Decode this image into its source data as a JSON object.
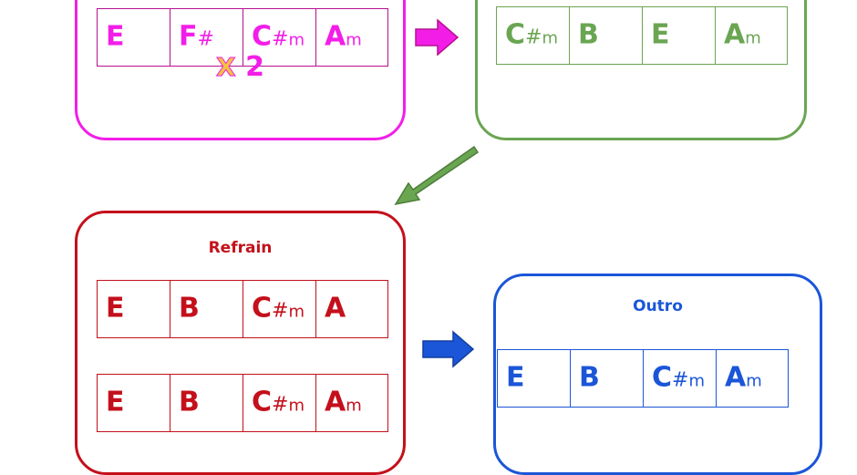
{
  "verse": {
    "row1": [
      {
        "root": "E",
        "acc": "",
        "qual": ""
      },
      {
        "root": "F",
        "acc": "#",
        "qual": ""
      },
      {
        "root": "C",
        "acc": "#",
        "qual": "m"
      },
      {
        "root": "A",
        "acc": "",
        "qual": "m"
      }
    ],
    "repeat_x": "X",
    "repeat_count": "2",
    "color": "#f21ee8"
  },
  "prechorus": {
    "row1": [
      {
        "root": "C",
        "acc": "#",
        "qual": "m"
      },
      {
        "root": "B",
        "acc": "",
        "qual": ""
      },
      {
        "root": "E",
        "acc": "",
        "qual": ""
      },
      {
        "root": "A",
        "acc": "",
        "qual": "m"
      }
    ],
    "color": "#6aa552"
  },
  "refrain": {
    "title": "Refrain",
    "row1": [
      {
        "root": "E",
        "acc": "",
        "qual": ""
      },
      {
        "root": "B",
        "acc": "",
        "qual": ""
      },
      {
        "root": "C",
        "acc": "#",
        "qual": "m"
      },
      {
        "root": "A",
        "acc": "",
        "qual": ""
      }
    ],
    "row2": [
      {
        "root": "E",
        "acc": "",
        "qual": ""
      },
      {
        "root": "B",
        "acc": "",
        "qual": ""
      },
      {
        "root": "C",
        "acc": "#",
        "qual": "m"
      },
      {
        "root": "A",
        "acc": "",
        "qual": "m"
      }
    ],
    "color": "#c4101b"
  },
  "outro": {
    "title": "Outro",
    "row1": [
      {
        "root": "E",
        "acc": "",
        "qual": ""
      },
      {
        "root": "B",
        "acc": "",
        "qual": ""
      },
      {
        "root": "C",
        "acc": "#",
        "qual": "m"
      },
      {
        "root": "A",
        "acc": "",
        "qual": "m"
      }
    ],
    "color": "#1b56d8"
  },
  "arrows": {
    "verse_to_prechorus": {
      "color": "#f21ee8",
      "icon": "right-arrow-icon"
    },
    "prechorus_to_refrain": {
      "color": "#6aa552",
      "icon": "down-left-arrow-icon"
    },
    "refrain_to_outro": {
      "color": "#1b56d8",
      "icon": "right-arrow-icon"
    }
  }
}
